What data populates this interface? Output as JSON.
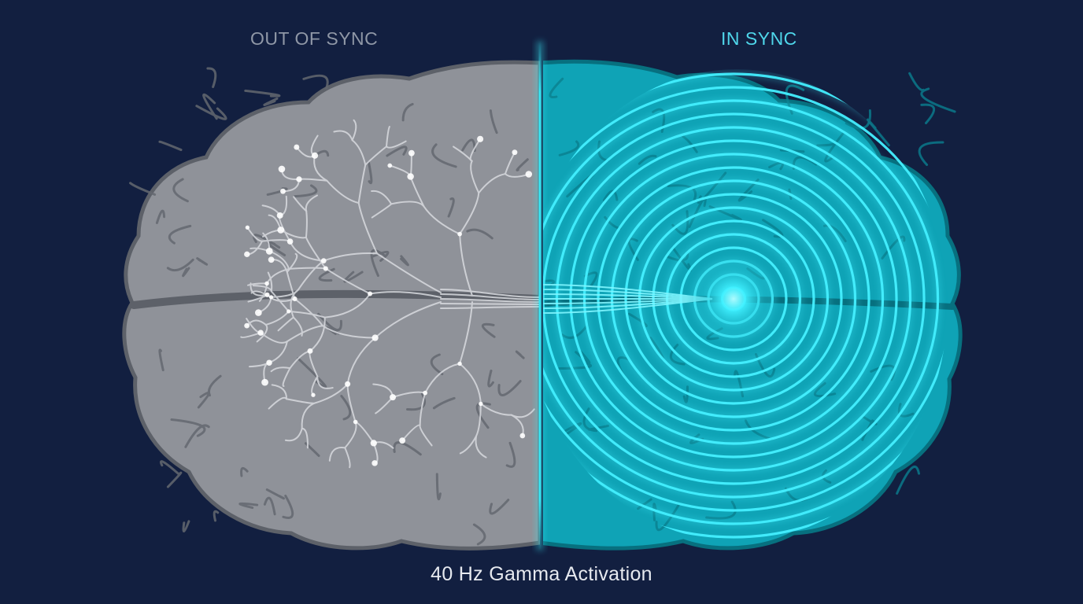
{
  "labels": {
    "left_title": "OUT OF SYNC",
    "right_title": "IN SYNC",
    "caption": "40 Hz Gamma Activation"
  },
  "colors": {
    "background": "#121f40",
    "left_brain": "#8f9299",
    "left_brain_shadow": "#5d6169",
    "right_brain": "#0fa3b6",
    "right_brain_dark": "#07707f",
    "glow": "#38e8f5",
    "left_label": "#8f97a6",
    "right_label": "#4fd6ea",
    "caption": "#e6e9ef"
  },
  "icons": {
    "left": "brain-neurons-icon",
    "right": "brain-sync-waves-icon",
    "divider": "glow-divider-line"
  }
}
